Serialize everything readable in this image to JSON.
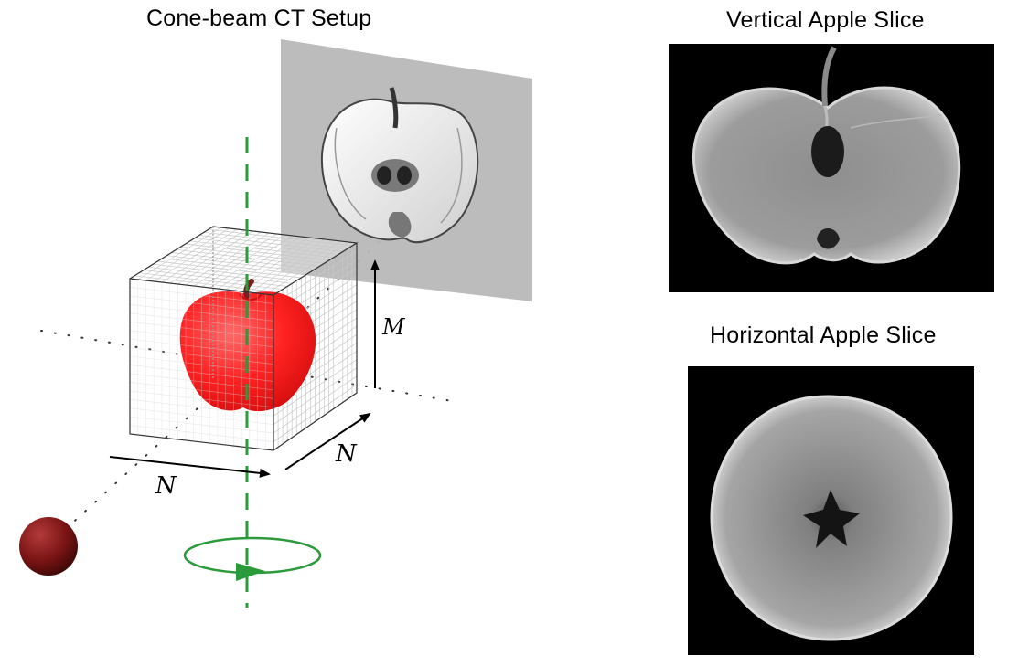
{
  "titles": {
    "setup": "Cone-beam CT Setup",
    "vertical": "Vertical Apple Slice",
    "horizontal": "Horizontal Apple Slice"
  },
  "labels": {
    "height": "M",
    "width_front": "N",
    "depth_side": "N"
  },
  "colors": {
    "apple": "#ff2a2a",
    "rotation_axis": "#2a9a3a",
    "source": "#8a1a1a",
    "detector": "#b8b8b8",
    "ct_background": "#000000",
    "ct_tissue": "#a9a9a9"
  },
  "icons": {
    "source": "x-ray-source-sphere-icon",
    "rotation": "rotation-arrow-icon",
    "apple": "apple-object-icon"
  }
}
